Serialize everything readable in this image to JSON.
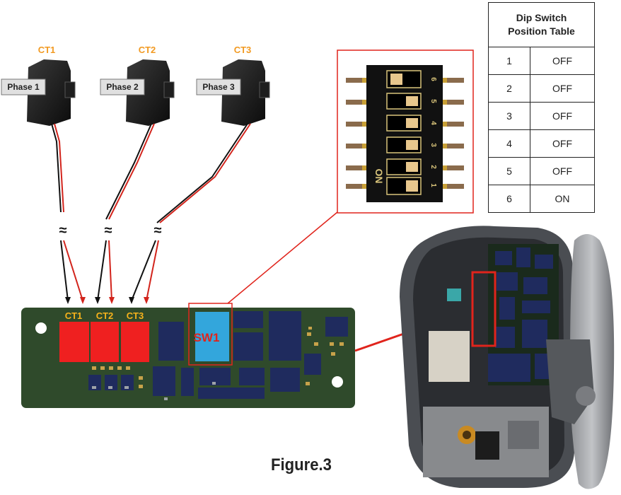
{
  "current_transformers": [
    {
      "ct_label": "CT1",
      "phase_label": "Phase 1"
    },
    {
      "ct_label": "CT2",
      "phase_label": "Phase 2"
    },
    {
      "ct_label": "CT3",
      "phase_label": "Phase 3"
    }
  ],
  "break_symbol": "≈",
  "pcb": {
    "ct_labels": [
      "CT1",
      "CT2",
      "CT3"
    ],
    "switch_label": "SW1"
  },
  "dip_switch": {
    "on_label": "ON",
    "numbers": [
      "6",
      "5",
      "4",
      "3",
      "2",
      "1"
    ]
  },
  "table": {
    "title_line1": "Dip Switch",
    "title_line2": "Position Table",
    "rows": [
      {
        "position": "1",
        "state": "OFF"
      },
      {
        "position": "2",
        "state": "OFF"
      },
      {
        "position": "3",
        "state": "OFF"
      },
      {
        "position": "4",
        "state": "OFF"
      },
      {
        "position": "5",
        "state": "OFF"
      },
      {
        "position": "6",
        "state": "ON"
      }
    ]
  },
  "caption": "Figure.3",
  "colors": {
    "ct_label": "#f29a22",
    "pcb_green": "#2f4a2b",
    "relay_red": "#ef2020",
    "switch_blue": "#33a6dc",
    "highlight_red": "#e0241c"
  }
}
